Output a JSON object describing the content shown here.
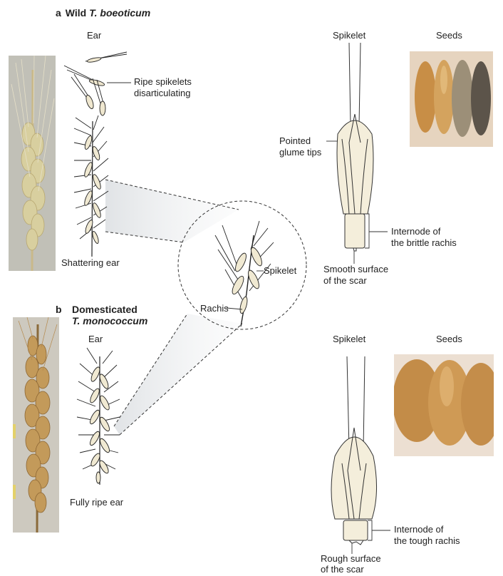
{
  "panel_a": {
    "letter": "a",
    "title_prefix": "Wild ",
    "title_species": "T. boeoticum",
    "ear_heading": "Ear",
    "callout_ripe_line1": "Ripe spikelets",
    "callout_ripe_line2": "disarticulating",
    "caption_ear": "Shattering ear",
    "spikelet_heading": "Spikelet",
    "seeds_heading": "Seeds",
    "callout_glume_line1": "Pointed",
    "callout_glume_line2": "glume tips",
    "callout_internode_line1": "Internode of",
    "callout_internode_line2": "the brittle rachis",
    "callout_scar_line1": "Smooth surface",
    "callout_scar_line2": "of the scar"
  },
  "zoom_inset": {
    "label_spikelet": "Spikelet",
    "label_rachis": "Rachis"
  },
  "panel_b": {
    "letter": "b",
    "title_line1": "Domesticated",
    "title_line2": "T. monococcum",
    "ear_heading": "Ear",
    "caption_ear": "Fully ripe ear",
    "spikelet_heading": "Spikelet",
    "seeds_heading": "Seeds",
    "callout_internode_line1": "Internode of",
    "callout_internode_line2": "the tough rachis",
    "callout_scar_line1": "Rough surface",
    "callout_scar_line2": "of the scar"
  }
}
